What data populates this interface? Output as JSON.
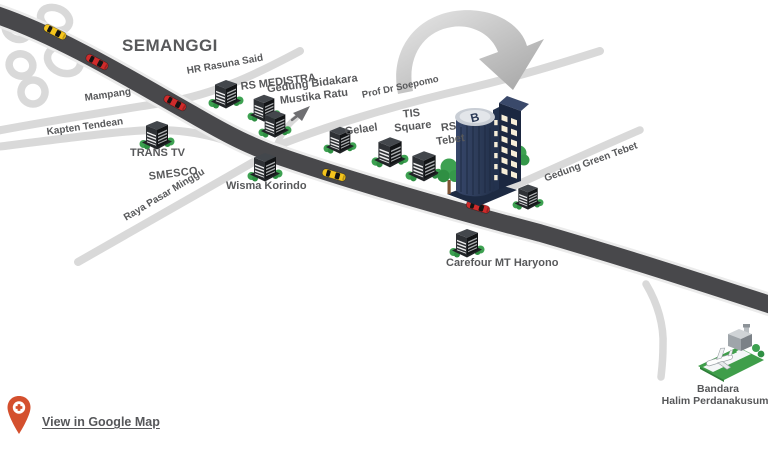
{
  "map": {
    "region_label": "SEMANGGI",
    "roads": {
      "hr_rasuna_said": "HR Rasuna Said",
      "mampang": "Mampang",
      "kapten_tendean": "Kapten Tendean",
      "raya_pasar_minggu": "Raya Pasar Minggu",
      "prof_dr_soepomo": "Prof Dr Soepomo"
    },
    "places": {
      "rs_medistra": "RS MEDISTRA",
      "gedung_bidakara_line1": "Gedung Bidakara",
      "gedung_bidakara_line2": "Mustika Ratu",
      "trans_tv": "TRANS TV",
      "smesco": "SMESCO",
      "wisma_korindo": "Wisma Korindo",
      "gelael": "Gelael",
      "tis_square_line1": "TIS",
      "tis_square_line2": "Square",
      "rs_tebet_line1": "RS",
      "rs_tebet_line2": "Tebet",
      "gedung_green_tebet": "Gedung Green Tebet",
      "carefour_mt_haryono": "Carefour MT Haryono"
    },
    "airport": {
      "label_line1": "Bandara",
      "label_line2": "Halim Perdanakusuma"
    },
    "destination": {
      "logo_letter": "B"
    },
    "vehicles": [
      {
        "color": "yellow"
      },
      {
        "color": "red"
      },
      {
        "color": "red"
      },
      {
        "color": "yellow"
      },
      {
        "color": "red"
      }
    ],
    "icons": {
      "pin": "map-pin-icon",
      "airport": "airport-icon",
      "direction_arrow": "direction-arrow-icon",
      "ramp_arrow": "ramp-arrow-icon"
    }
  },
  "footer": {
    "link_label": "View in Google Map"
  },
  "colors": {
    "road_dark": "#48484b",
    "road_light": "#d9d9d9",
    "label_text": "#58595b",
    "destination_navy": "#2d3c59",
    "window_cream": "#f7eed8",
    "greenery": "#3da151",
    "car_yellow": "#f5c51d",
    "car_red": "#cf2b2b",
    "pin_orange": "#d4502e"
  }
}
